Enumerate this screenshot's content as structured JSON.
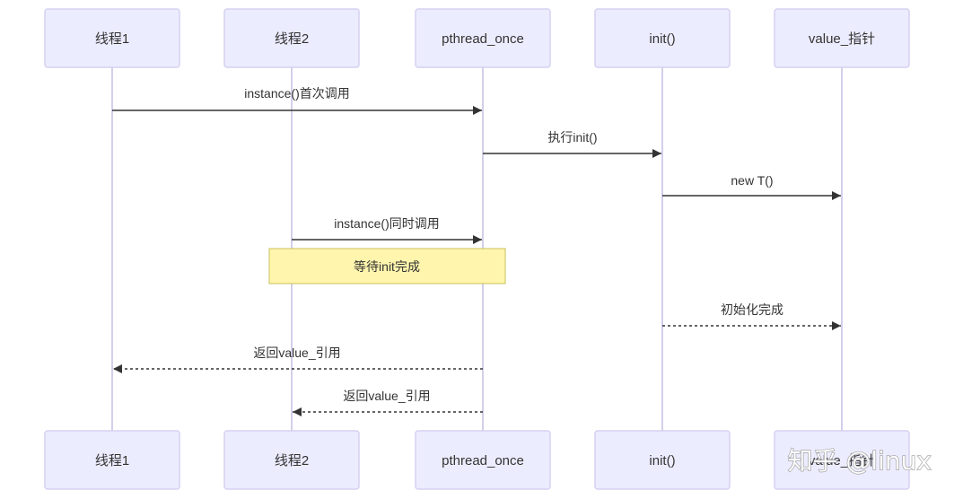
{
  "participants": [
    {
      "label": "线程1"
    },
    {
      "label": "线程2"
    },
    {
      "label": "pthread_once"
    },
    {
      "label": "init()"
    },
    {
      "label": "value_指针"
    }
  ],
  "messages": [
    {
      "label": "instance()首次调用",
      "from": 0,
      "to": 2,
      "line": "solid"
    },
    {
      "label": "执行init()",
      "from": 2,
      "to": 3,
      "line": "solid"
    },
    {
      "label": "new T()",
      "from": 3,
      "to": 4,
      "line": "solid"
    },
    {
      "label": "instance()同时调用",
      "from": 1,
      "to": 2,
      "line": "solid"
    },
    {
      "label": "初始化完成",
      "from": 3,
      "to": 4,
      "line": "dashed"
    },
    {
      "label": "返回value_引用",
      "from": 2,
      "to": 0,
      "line": "dashed"
    },
    {
      "label": "返回value_引用",
      "from": 2,
      "to": 1,
      "line": "dashed"
    }
  ],
  "note": {
    "label": "等待init完成",
    "over": [
      1,
      2
    ]
  },
  "watermark": "知乎 @linux",
  "colors": {
    "actor_fill": "#ececff",
    "actor_border": "#d5d1f0",
    "lifeline": "#d3cfea",
    "arrow": "#333333",
    "note_fill": "#fff5ad",
    "note_border": "#c9c25a",
    "text": "#333333"
  }
}
